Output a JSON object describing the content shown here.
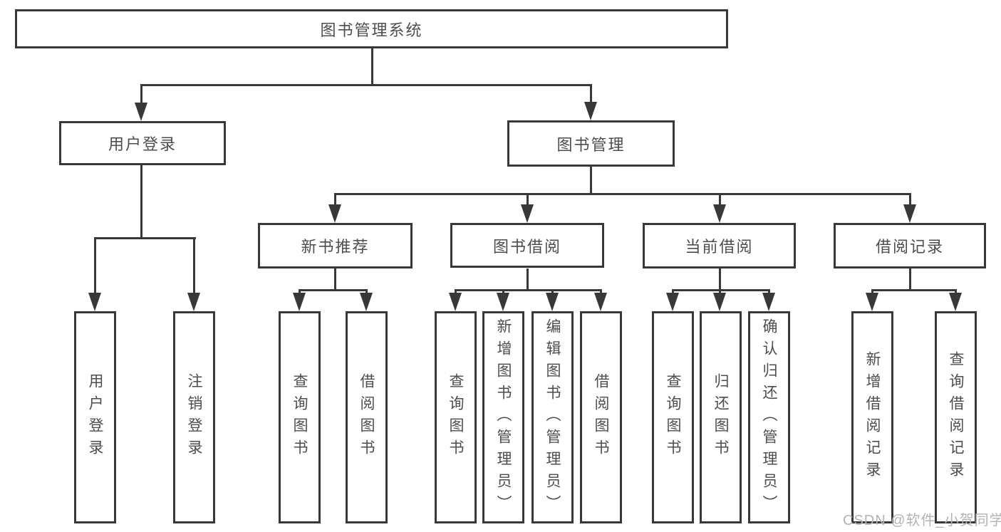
{
  "title": "图书管理系统",
  "watermark": {
    "text": "CSDN @软件_小贺同学"
  },
  "colors": {
    "line": "#383838",
    "box_border": "#383838",
    "text": "#4d4d4d",
    "watermark": "#b3b3b3",
    "background": "#ffffff"
  },
  "nodes": {
    "root": {
      "label": "图书管理系统"
    },
    "user_login": {
      "label": "用户登录"
    },
    "book_mgmt": {
      "label": "图书管理"
    },
    "new_book_rec": {
      "label": "新书推荐"
    },
    "book_borrow": {
      "label": "图书借阅"
    },
    "current_borrow": {
      "label": "当前借阅"
    },
    "borrow_records": {
      "label": "借阅记录"
    },
    "leaf_user_login": {
      "label": "用户登录"
    },
    "leaf_logout": {
      "label": "注销登录"
    },
    "leaf_rec_query_books": {
      "label": "查询图书"
    },
    "leaf_rec_borrow_books": {
      "label": "借阅图书"
    },
    "leaf_bb_query_books": {
      "label": "查询图书"
    },
    "leaf_bb_add_books": {
      "label": "新增图书（管理员）"
    },
    "leaf_bb_edit_books": {
      "label": "编辑图书（管理员）"
    },
    "leaf_bb_borrow_books": {
      "label": "借阅图书"
    },
    "leaf_cb_query_books": {
      "label": "查询图书"
    },
    "leaf_cb_return_books": {
      "label": "归还图书"
    },
    "leaf_cb_confirm_return": {
      "label": "确认归还（管理员）"
    },
    "leaf_br_add_record": {
      "label": "新增借阅记录"
    },
    "leaf_br_query_record": {
      "label": "查询借阅记录"
    }
  },
  "hierarchy": {
    "图书管理系统": {
      "用户登录": [
        "用户登录",
        "注销登录"
      ],
      "图书管理": {
        "新书推荐": [
          "查询图书",
          "借阅图书"
        ],
        "图书借阅": [
          "查询图书",
          "新增图书（管理员）",
          "编辑图书（管理员）",
          "借阅图书"
        ],
        "当前借阅": [
          "查询图书",
          "归还图书",
          "确认归还（管理员）"
        ],
        "借阅记录": [
          "新增借阅记录",
          "查询借阅记录"
        ]
      }
    }
  }
}
